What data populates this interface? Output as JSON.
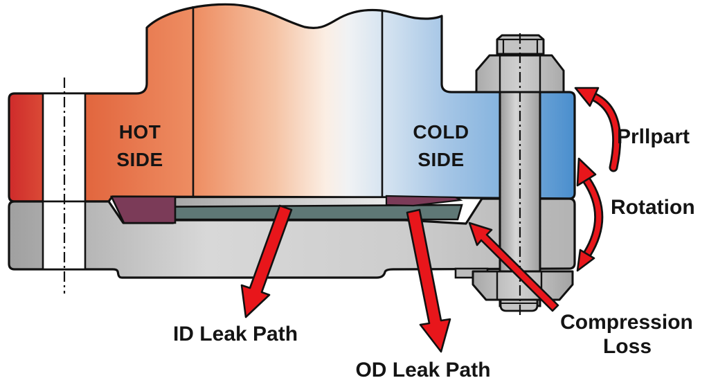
{
  "diagram": {
    "labels": {
      "hot_side_line1": "HOT",
      "hot_side_line2": "SIDE",
      "cold_side_line1": "COLD",
      "cold_side_line2": "SIDE",
      "prllpart": "Prllpart",
      "rotation": "Rotation",
      "id_leak_path": "ID Leak Path",
      "od_leak_path": "OD Leak Path",
      "compression_line1": "Compression",
      "compression_line2": "Loss"
    },
    "colors": {
      "hot_end": "#cf2b2b",
      "hot_mid": "#ee8e63",
      "cold_end": "#4a8ecd",
      "flange_gray": "#c6c6c6",
      "gasket_ring_purple": "#7b3b58",
      "gasket_core_slate": "#5f7876",
      "arrow_red": "#e8161b",
      "outline": "#111111",
      "text": "#141414"
    }
  }
}
